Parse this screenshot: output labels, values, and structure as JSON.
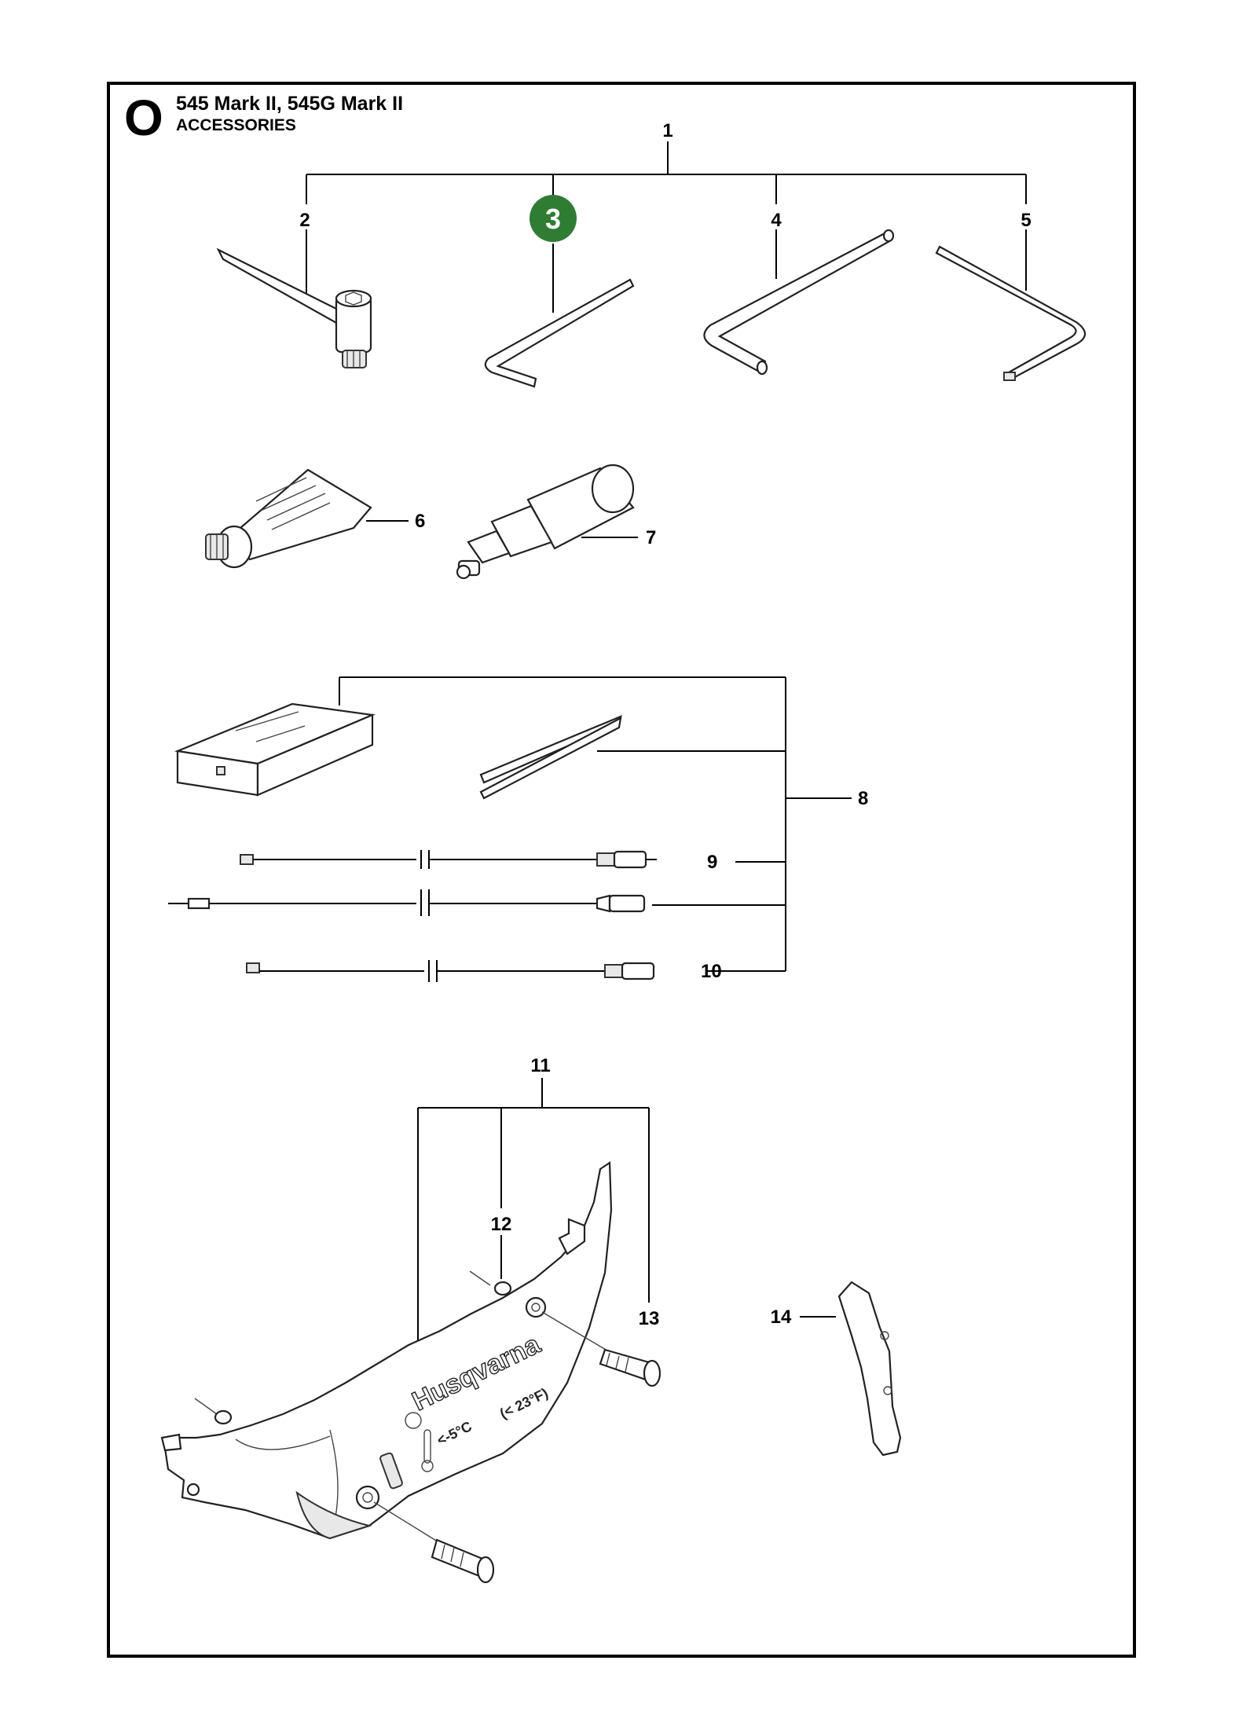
{
  "header": {
    "section_letter": "O",
    "model": "545 Mark II, 545G Mark II",
    "section": "ACCESSORIES"
  },
  "callouts": {
    "c1": "1",
    "c2": "2",
    "c3": "3",
    "c4": "4",
    "c5": "5",
    "c6": "6",
    "c7": "7",
    "c8": "8",
    "c9": "9",
    "c10": "10",
    "c11": "11",
    "c12": "12",
    "c13": "13",
    "c14": "14"
  },
  "highlight_color": "#2e7d32",
  "guard_text": {
    "brand": "Husqvarna",
    "temp_c": "<-5°C",
    "temp_f": "(< 23°F)"
  }
}
